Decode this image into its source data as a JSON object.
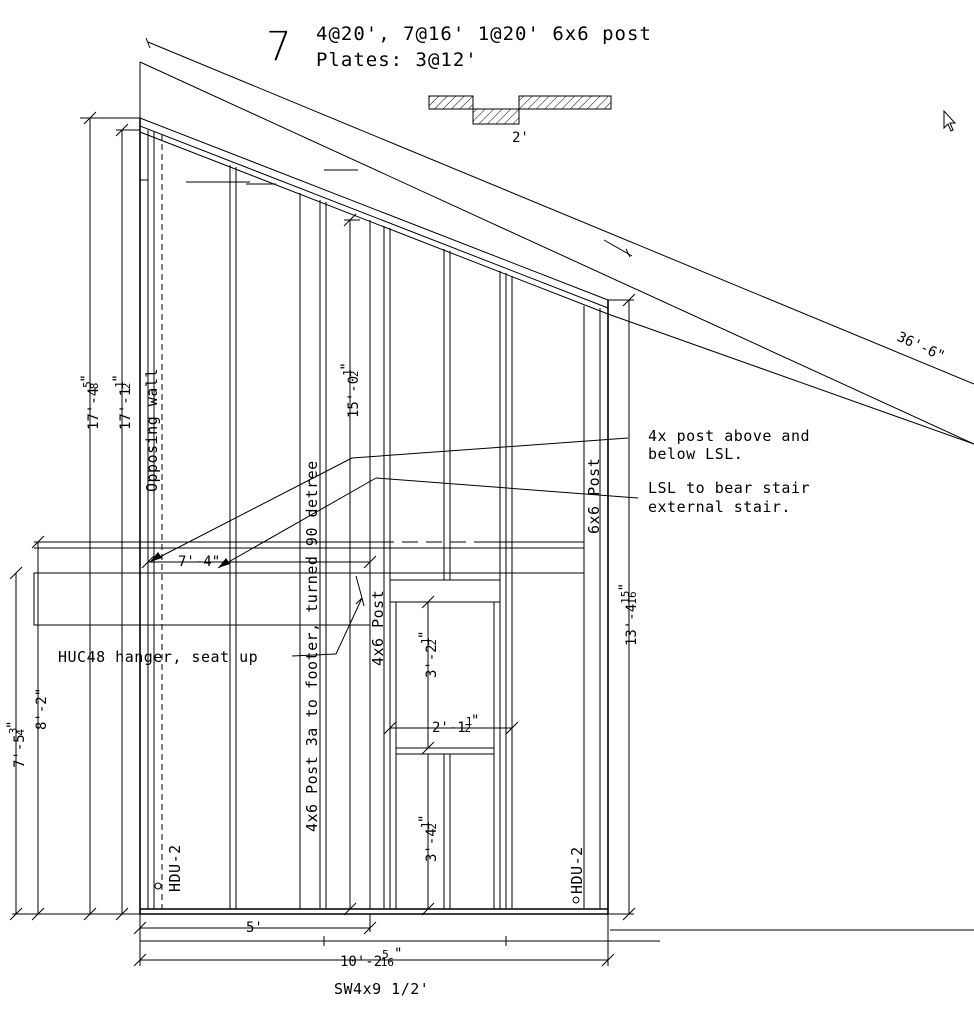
{
  "sheet": {
    "number": "7",
    "lumber_line1": "4@20', 7@16' 1@20' 6x6 post",
    "lumber_line2": "Plates: 3@12'"
  },
  "detail": {
    "offset_label": "2'"
  },
  "dimensions": {
    "total_height": "17'-4",
    "total_height_frac_num": "5",
    "total_height_frac_den": "8",
    "total_height_suffix": "\"",
    "inner_height": "17'-1",
    "inner_height_frac_num": "1",
    "inner_height_frac_den": "2",
    "inner_height_suffix": "\"",
    "post_height": "15'-0",
    "post_height_frac_num": "1",
    "post_height_frac_den": "2",
    "post_height_suffix": "\"",
    "rafter_length": "36'-6\"",
    "beam_span": "7'-4\"",
    "beam_height_outer": "8'-2\"",
    "beam_height_inner": "7'-5",
    "beam_height_inner_frac_num": "3",
    "beam_height_inner_frac_den": "4",
    "beam_height_inner_suffix": "\"",
    "opening_upper": "3'-2",
    "opening_upper_frac_num": "1",
    "opening_upper_frac_den": "2",
    "opening_upper_suffix": "\"",
    "opening_width": "2'-1",
    "opening_width_frac_num": "1",
    "opening_width_frac_den": "2",
    "opening_width_suffix": "\"",
    "opening_lower": "3'-4",
    "opening_lower_frac_num": "1",
    "opening_lower_frac_den": "2",
    "opening_lower_suffix": "\"",
    "right_height": "13'-4",
    "right_height_frac_num": "15",
    "right_height_frac_den": "16",
    "right_height_suffix": "\"",
    "half_width": "5'",
    "wall_width": "10'-2",
    "wall_width_frac_num": "5",
    "wall_width_frac_den": "16",
    "wall_width_suffix": "\""
  },
  "labels": {
    "opposing_wall": "Opposing wall",
    "post_3a": "4x6 Post 3a to footer, turned 90 detree",
    "post_4x6": "4x6 Post",
    "post_6x6": "6x6 Post",
    "hanger": "HUC48 hanger, seat up",
    "hdu_left": "HDU-2",
    "hdu_right": "HDU-2",
    "note1_line1": "4x post above and",
    "note1_line2": "below LSL.",
    "note2_line1": "LSL to bear stair",
    "note2_line2": "external stair.",
    "shear_wall": "SW4x9 1/2'"
  }
}
